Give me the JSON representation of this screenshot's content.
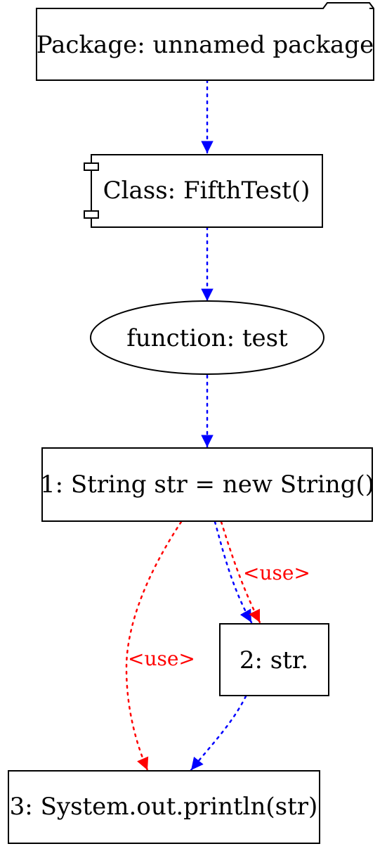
{
  "colors": {
    "containment_edge": "#0000ff",
    "use_edge": "#ff0000",
    "node_border": "#000000",
    "node_fill": "#ffffff"
  },
  "nodes": {
    "package": {
      "label": "Package: unnamed package",
      "shape": "folder"
    },
    "class": {
      "label": "Class: FifthTest()",
      "shape": "component"
    },
    "function": {
      "label": "function: test",
      "shape": "ellipse"
    },
    "stmt1": {
      "label": "1: String str = new String()",
      "shape": "box"
    },
    "stmt2": {
      "label": "2: str.",
      "shape": "box"
    },
    "stmt3": {
      "label": "3: System.out.println(str)",
      "shape": "box"
    }
  },
  "edges": [
    {
      "from": "package",
      "to": "class",
      "kind": "containment",
      "label": ""
    },
    {
      "from": "class",
      "to": "function",
      "kind": "containment",
      "label": ""
    },
    {
      "from": "function",
      "to": "stmt1",
      "kind": "containment",
      "label": ""
    },
    {
      "from": "stmt1",
      "to": "stmt2",
      "kind": "containment",
      "label": ""
    },
    {
      "from": "stmt1",
      "to": "stmt2",
      "kind": "use",
      "label": "<use>"
    },
    {
      "from": "stmt1",
      "to": "stmt3",
      "kind": "use",
      "label": "<use>"
    },
    {
      "from": "stmt2",
      "to": "stmt3",
      "kind": "containment",
      "label": ""
    }
  ]
}
